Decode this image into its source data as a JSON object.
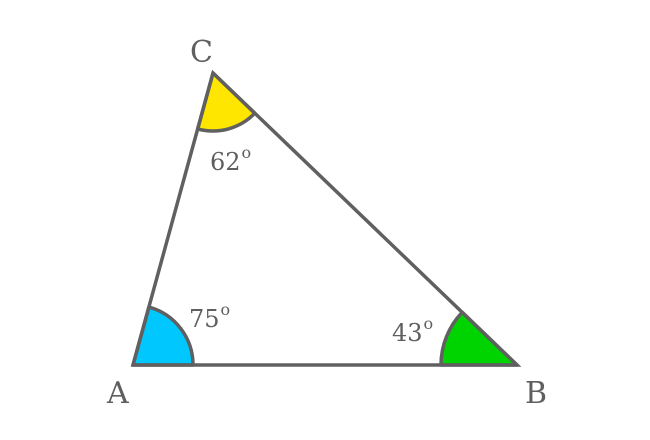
{
  "vertices": {
    "A": "A",
    "B": "B",
    "C": "C"
  },
  "angles": {
    "A": {
      "value": "75",
      "unit": "o",
      "color": "#00c8ff"
    },
    "B": {
      "value": "43",
      "unit": "o",
      "color": "#00d400"
    },
    "C": {
      "value": "62",
      "unit": "o",
      "color": "#ffe600"
    }
  },
  "colors": {
    "stroke": "#606060",
    "text": "#5f5f5f",
    "background": "#ffffff"
  }
}
